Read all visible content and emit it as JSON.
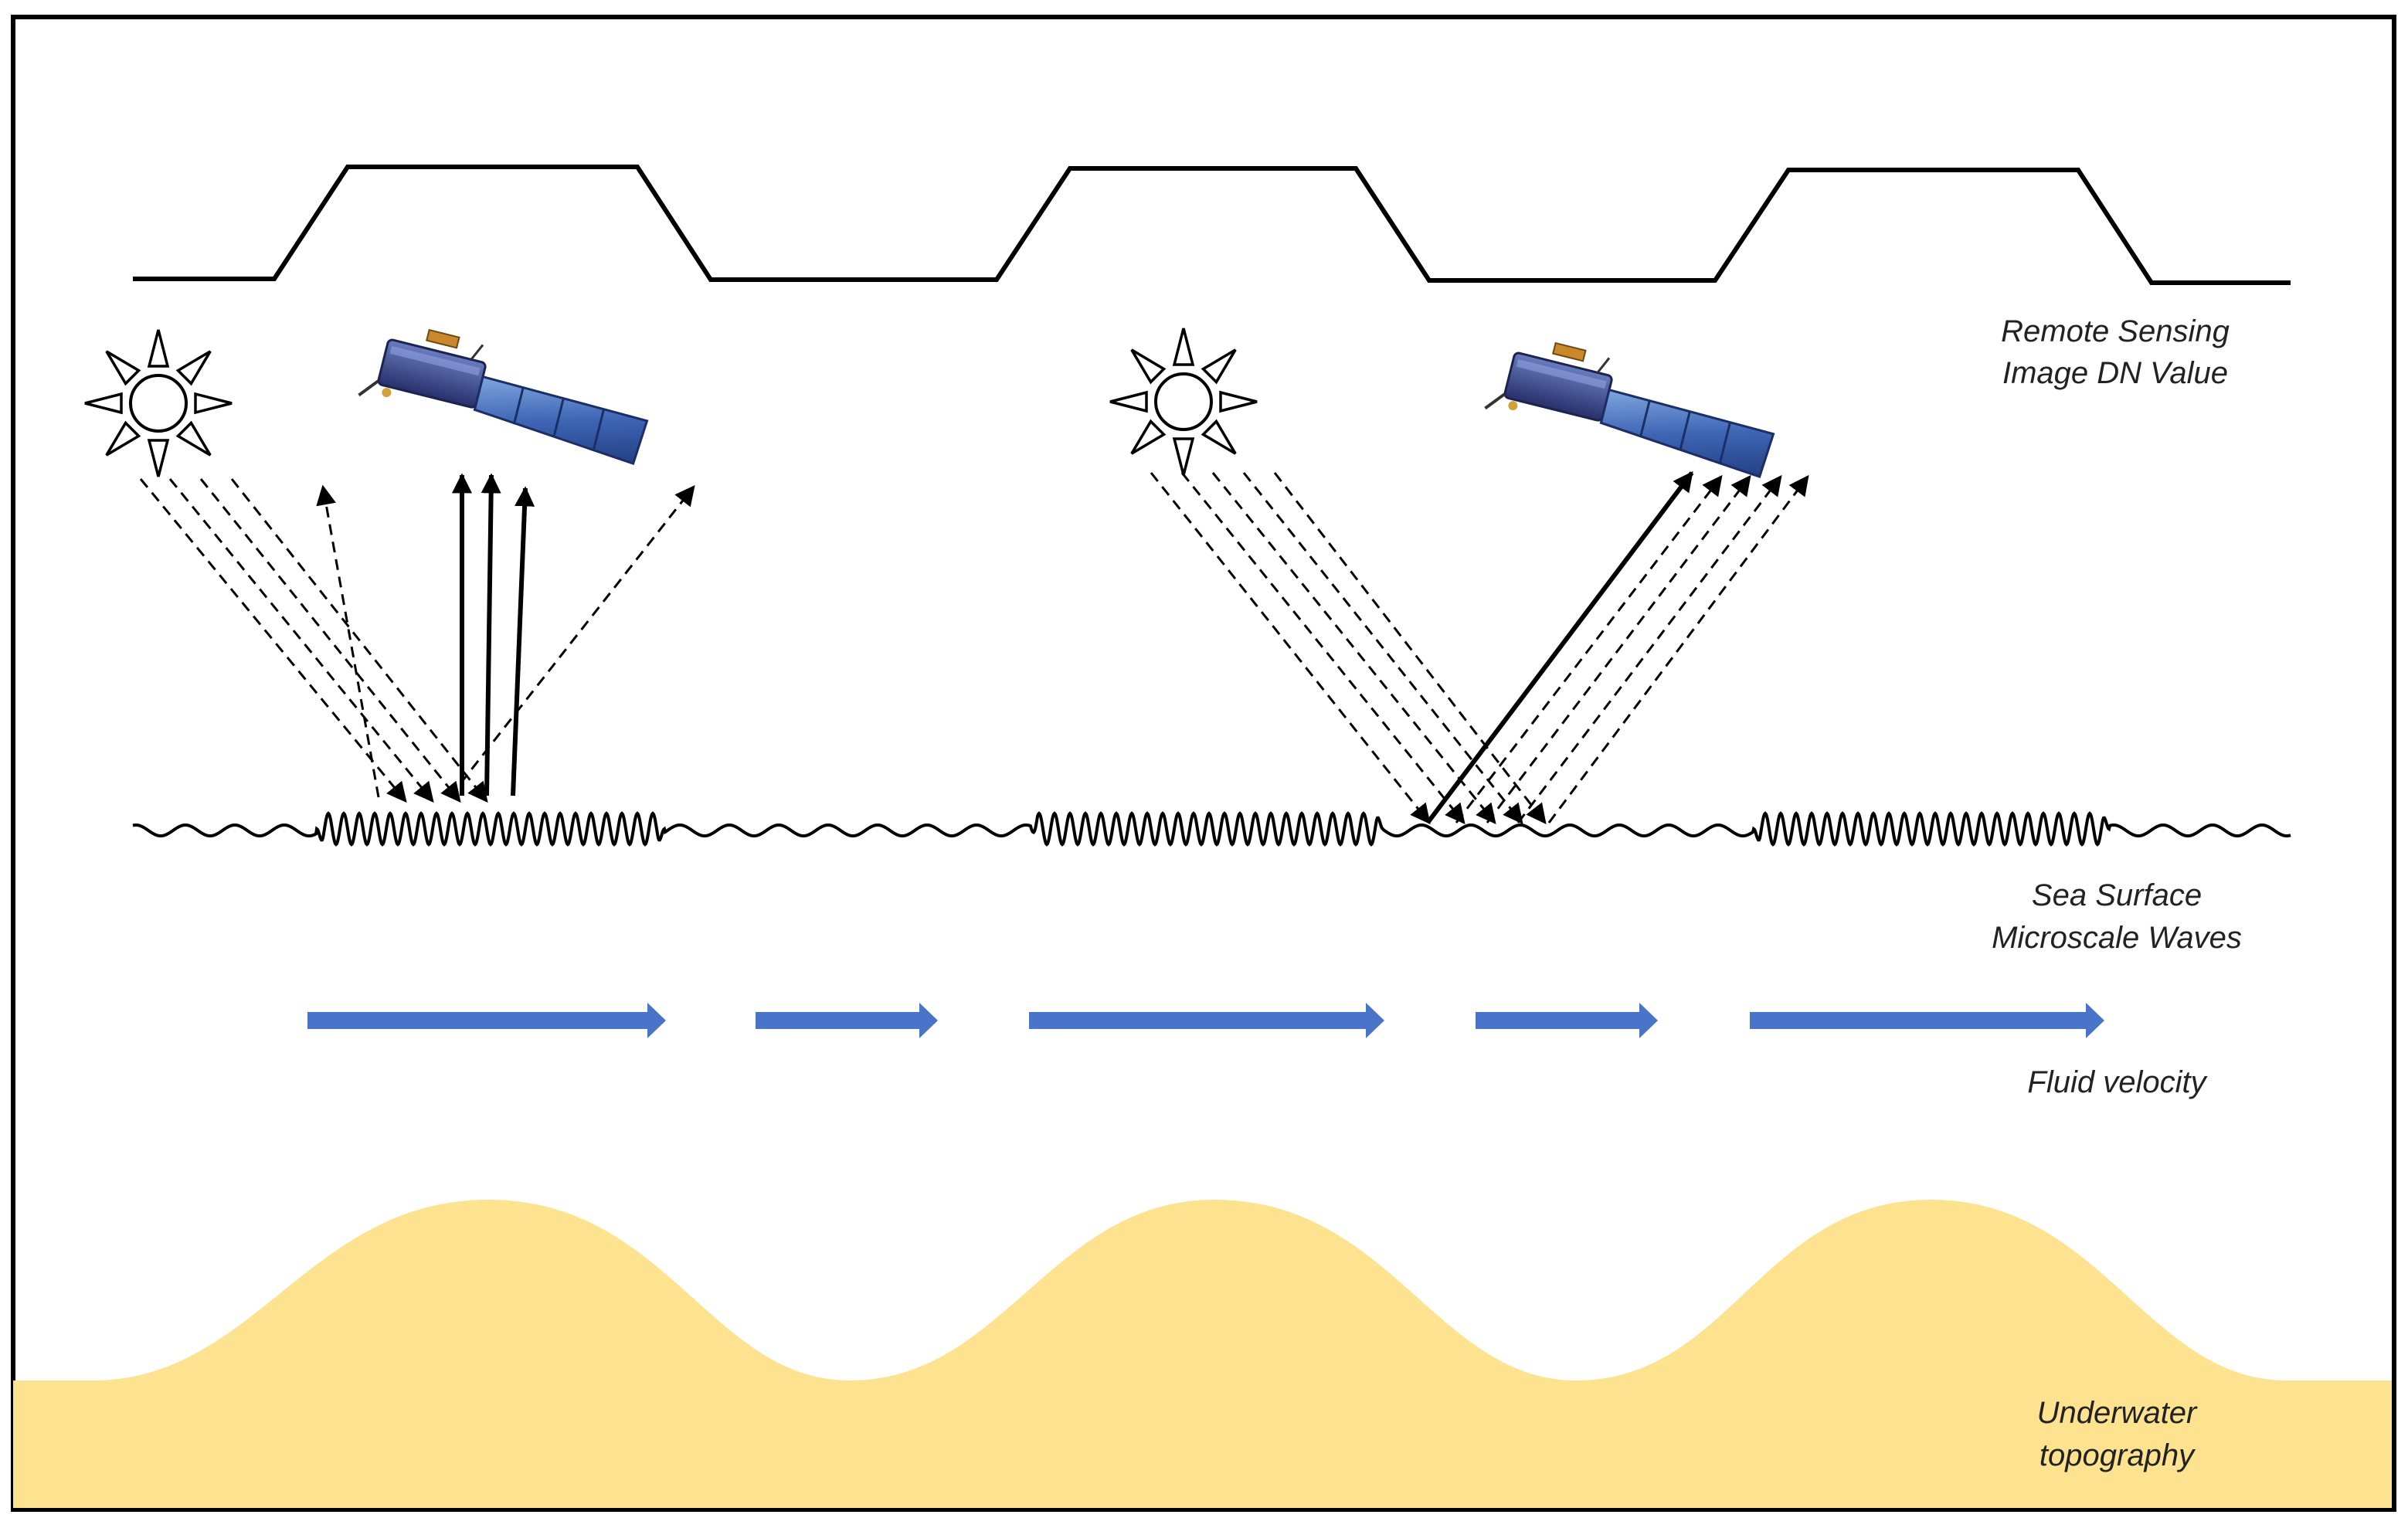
{
  "labels": {
    "dn_line1": "Remote Sensing",
    "dn_line2": "Image DN Value",
    "waves_line1": "Sea Surface",
    "waves_line2": "Microscale Waves",
    "velocity": "Fluid velocity",
    "topo_line1": "Underwater",
    "topo_line2": "topography"
  },
  "icons": {
    "sun": "sun-icon",
    "satellite": "satellite-icon"
  },
  "colors": {
    "frame": "#000000",
    "line": "#000000",
    "velocity_arrow": "#4a74c9",
    "topography": "#fde38f"
  }
}
